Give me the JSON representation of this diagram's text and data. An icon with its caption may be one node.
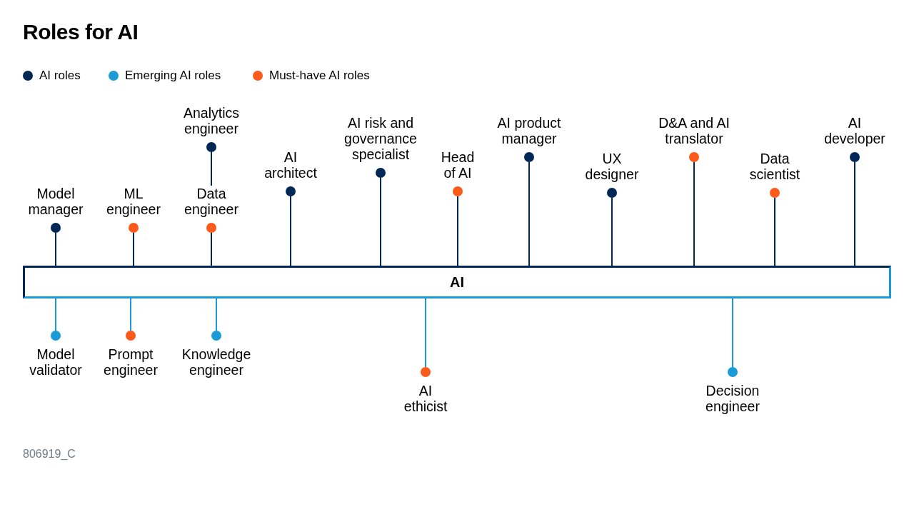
{
  "diagram": {
    "title": "Roles for AI",
    "nodes": [
      {
        "text": [
          "Model manager"
        ]
      },
      {
        "text": [
          "ML engineer"
        ]
      },
      {
        "text": [
          "Analytics engineer"
        ]
      },
      {
        "text": [
          "Data engineer"
        ]
      },
      {
        "text": [
          "AI architect"
        ]
      },
      {
        "text": [
          "AI risk and governance specialist"
        ]
      },
      {
        "text": [
          "Head of AI"
        ]
      },
      {
        "text": [
          "AI product manager"
        ]
      },
      {
        "text": [
          "UX designer"
        ]
      },
      {
        "text": [
          "D&A and AI translator"
        ]
      },
      {
        "text": [
          "Data scientist"
        ]
      },
      {
        "text": [
          "AI developer"
        ]
      },
      {
        "text": [
          "AI"
        ]
      },
      {
        "text": [
          "Model validator"
        ]
      },
      {
        "text": [
          "Prompt engineer"
        ]
      },
      {
        "text": [
          "Knowledge engineer"
        ]
      },
      {
        "text": [
          "AI ethicist"
        ]
      },
      {
        "text": [
          "Decision engineer"
        ]
      }
    ],
    "edges": [
      {
        "from": 0,
        "to": 12,
        "arrow": "none"
      },
      {
        "from": 1,
        "to": 12,
        "arrow": "none"
      },
      {
        "from": 2,
        "to": 3,
        "arrow": "none"
      },
      {
        "from": 3,
        "to": 12,
        "arrow": "none"
      },
      {
        "from": 4,
        "to": 12,
        "arrow": "none"
      },
      {
        "from": 5,
        "to": 12,
        "arrow": "none"
      },
      {
        "from": 6,
        "to": 12,
        "arrow": "none"
      },
      {
        "from": 7,
        "to": 12,
        "arrow": "none"
      },
      {
        "from": 8,
        "to": 12,
        "arrow": "none"
      },
      {
        "from": 9,
        "to": 12,
        "arrow": "none"
      },
      {
        "from": 10,
        "to": 12,
        "arrow": "none"
      },
      {
        "from": 11,
        "to": 12,
        "arrow": "none"
      },
      {
        "from": 12,
        "to": 13,
        "arrow": "none",
        "color": "#1a9ad6"
      },
      {
        "from": 12,
        "to": 14,
        "arrow": "none",
        "color": "#1a9ad6"
      },
      {
        "from": 12,
        "to": 15,
        "arrow": "none",
        "color": "#1a9ad6"
      },
      {
        "from": 12,
        "to": 16,
        "arrow": "none",
        "color": "#1a9ad6"
      },
      {
        "from": 12,
        "to": 17,
        "arrow": "none",
        "color": "#1a9ad6"
      }
    ],
    "labels": [
      "806919_C"
    ],
    "legend": [
      {
        "text": "AI roles",
        "color": "#002856"
      },
      {
        "text": "Emerging AI roles",
        "color": "#1a9ad6"
      },
      {
        "text": "Must-have AI roles",
        "color": "#fc5a1a"
      }
    ]
  }
}
